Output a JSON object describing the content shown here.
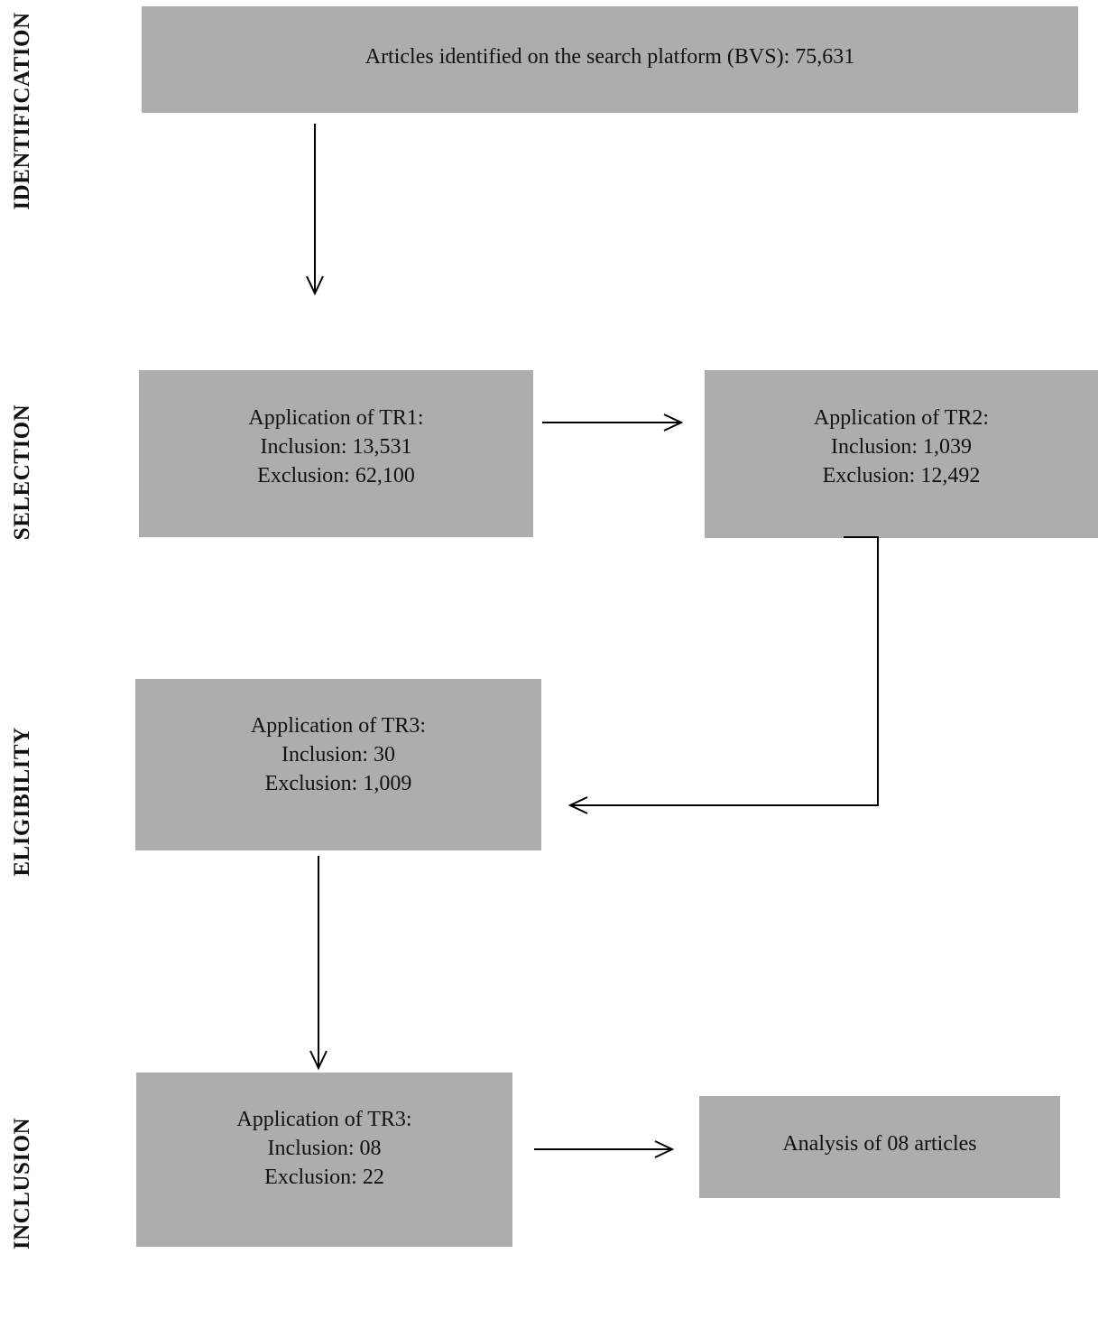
{
  "stages": {
    "identification": "IDENTIFICATION",
    "selection": "SELECTION",
    "eligibility": "ELIGIBILITY",
    "inclusion": "INCLUSION"
  },
  "boxes": {
    "identified": {
      "lines": [
        "Articles identified on the search platform (BVS): 75,631"
      ]
    },
    "tr1": {
      "lines": [
        "Application of TR1:",
        "Inclusion: 13,531",
        "Exclusion: 62,100"
      ]
    },
    "tr2": {
      "lines": [
        "Application of TR2:",
        "Inclusion: 1,039",
        "Exclusion: 12,492"
      ]
    },
    "tr3_eligibility": {
      "lines": [
        "Application of TR3:",
        "Inclusion: 30",
        "Exclusion: 1,009"
      ]
    },
    "tr3_inclusion": {
      "lines": [
        "Application of TR3:",
        "Inclusion: 08",
        "Exclusion: 22"
      ]
    },
    "analysis": {
      "lines": [
        "Analysis of 08 articles"
      ]
    }
  },
  "colors": {
    "box_fill": "#adadad",
    "arrow": "#000000"
  }
}
